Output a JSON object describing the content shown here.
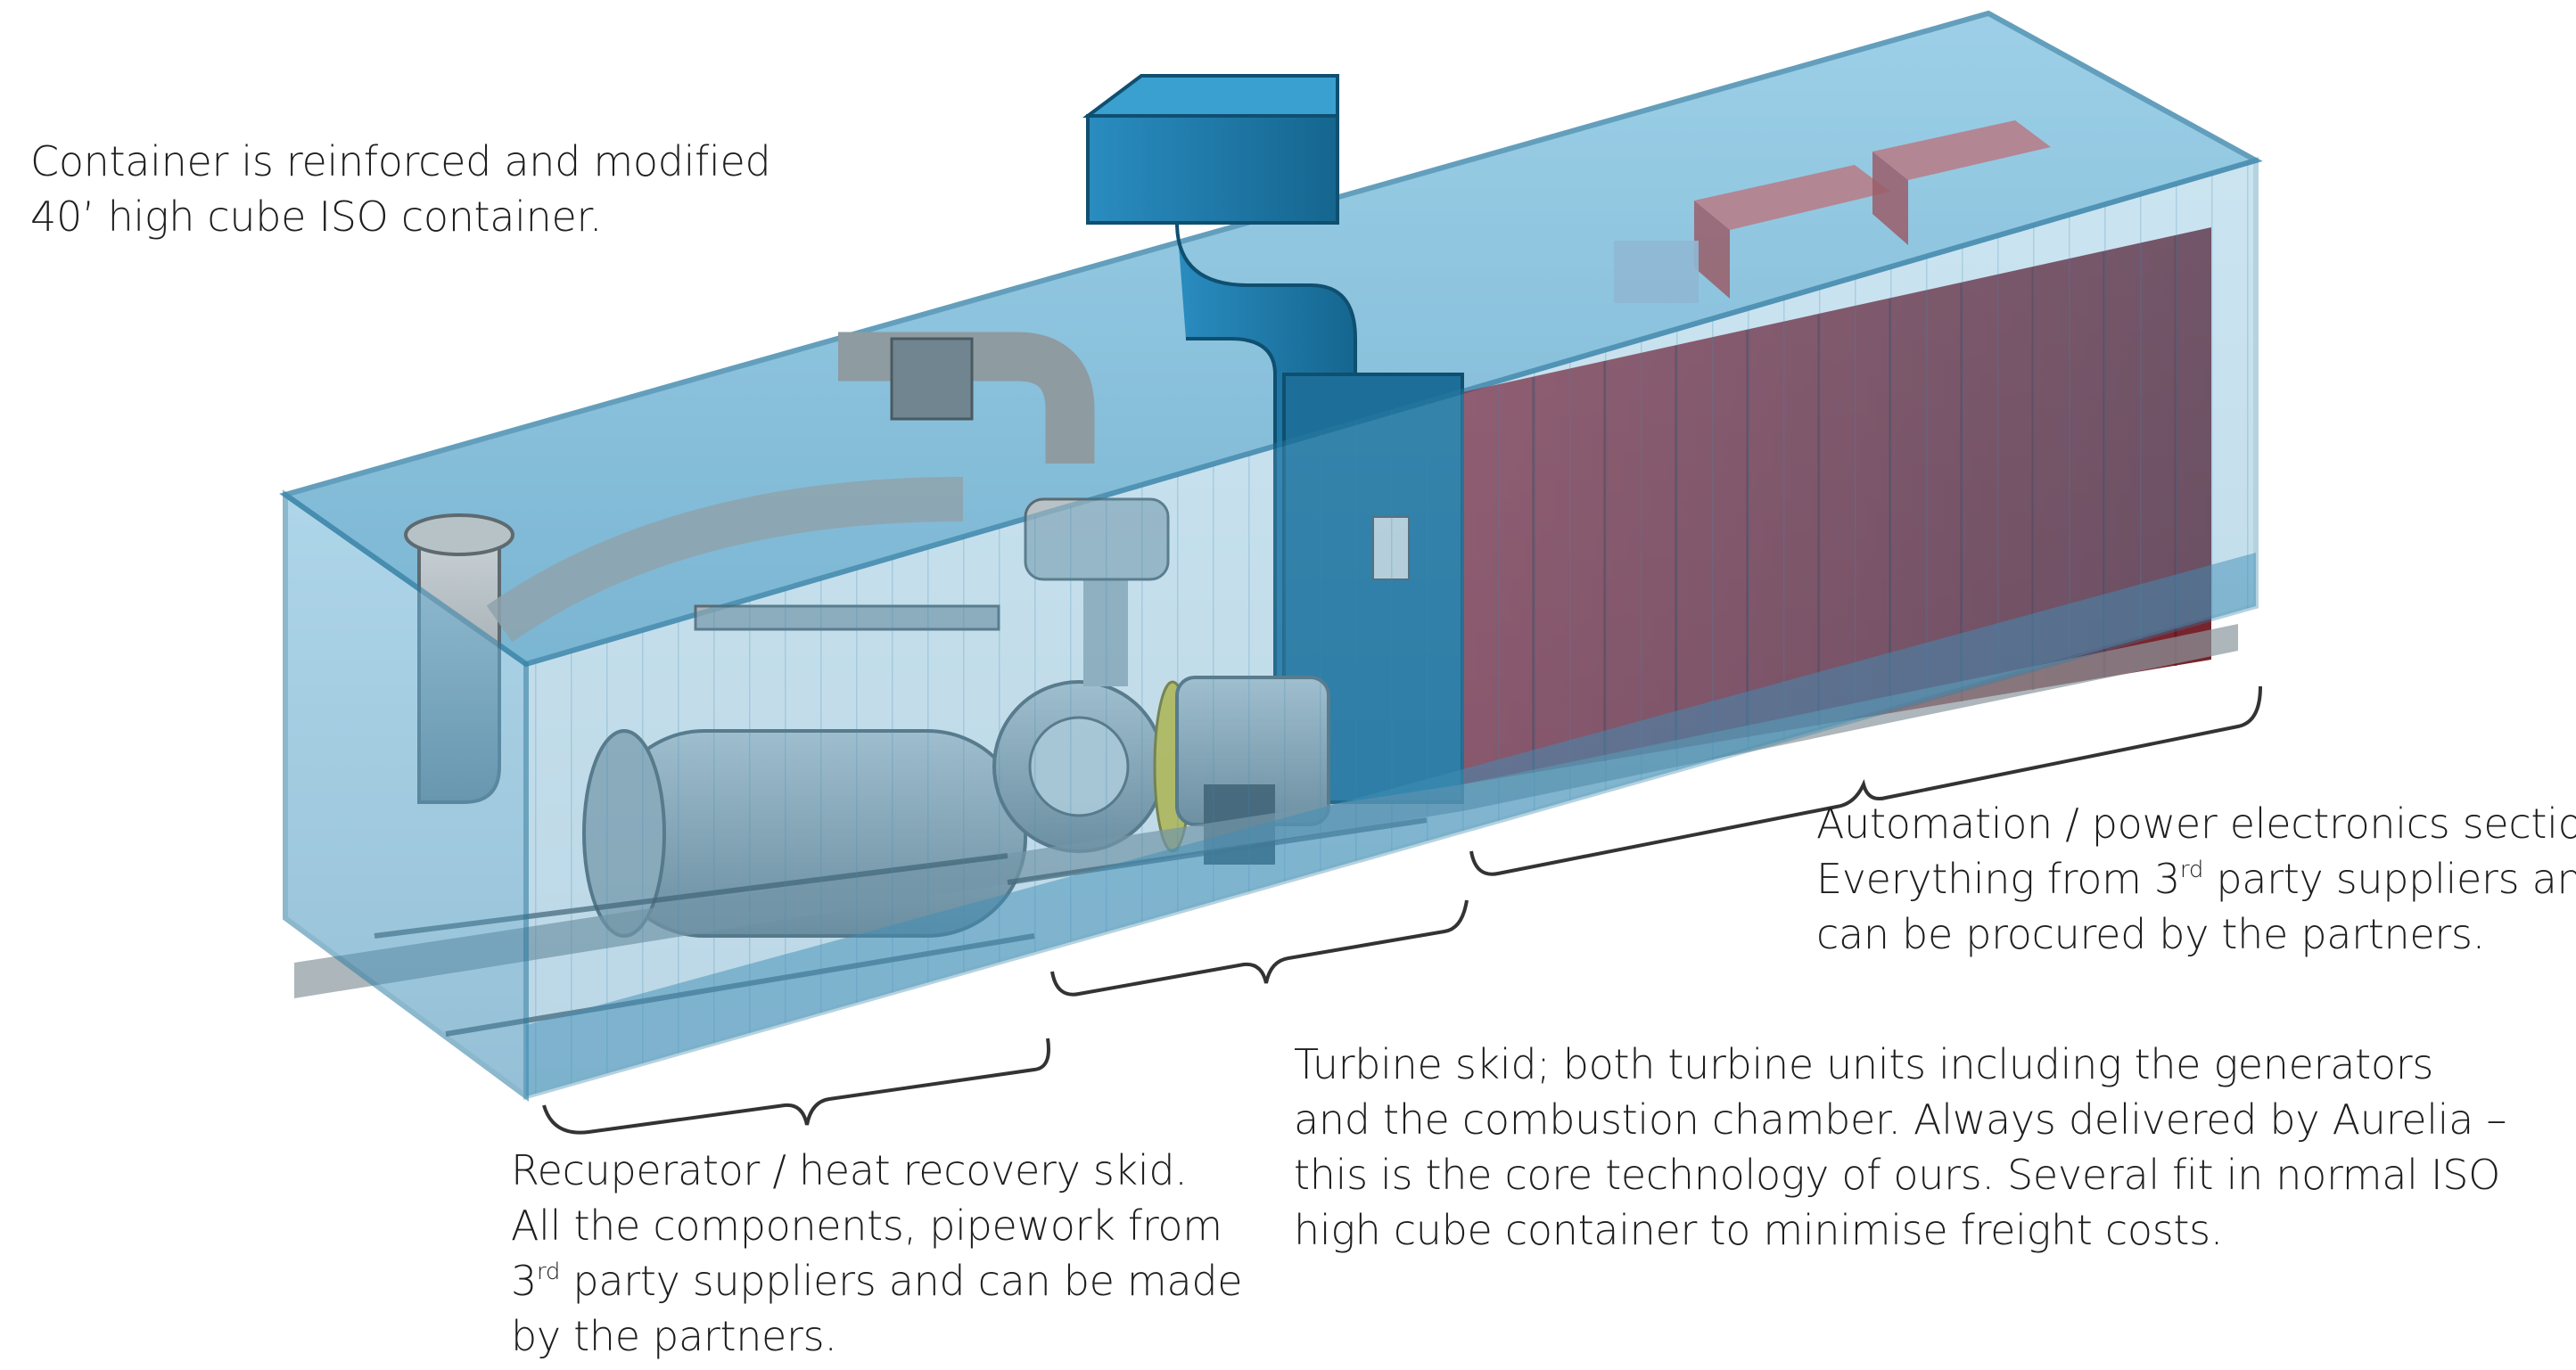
{
  "annotations": {
    "container": {
      "lines": [
        "Container is reinforced and modified",
        "40’ high cube ISO container."
      ]
    },
    "automation": {
      "line1": "Automation / power electronics section.",
      "line2_pre": "Everything from 3",
      "line2_sup": "rd",
      "line2_post": " party suppliers and",
      "line3": "can be procured by the partners."
    },
    "turbine": {
      "lines": [
        "Turbine skid; both turbine units including the generators",
        "and the combustion chamber. Always delivered by Aurelia –",
        "this is the core technology of ours. Several fit in normal ISO",
        "high cube container to minimise freight costs."
      ]
    },
    "recuperator": {
      "line1": "Recuperator / heat recovery skid.",
      "line2": "All the components, pipework from",
      "line3_pre": "3",
      "line3_sup": "rd",
      "line3_post": " party suppliers and can be made",
      "line4": "by the partners."
    }
  },
  "colors": {
    "container_glass": "#5aa9cf",
    "container_edge": "#2f7fa6",
    "exhaust_stack": "#1f7fb2",
    "electronics_cabinet": "#8e1f2c",
    "machinery_grey": "#9aa7ad",
    "bracket_line": "#333333"
  },
  "icons": [
    "container-illustration"
  ]
}
